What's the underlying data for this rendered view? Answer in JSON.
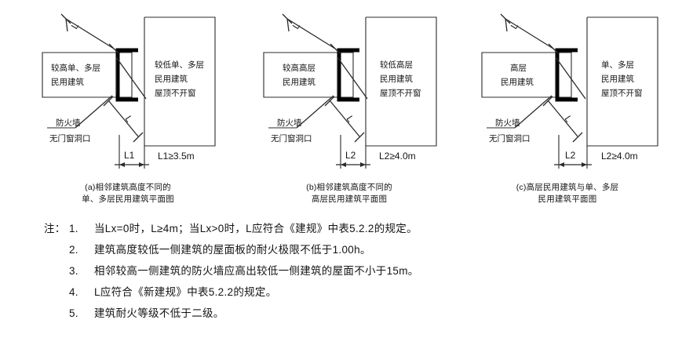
{
  "document": {
    "type": "architectural-fire-separation-diagram",
    "background_color": "#ffffff",
    "line_color": "#2b2b2b",
    "firewall_color": "#000000"
  },
  "panels": [
    {
      "id": "a",
      "left_building": {
        "lines": [
          "较高单、多层",
          "民用建筑"
        ]
      },
      "right_building": {
        "lines": [
          "较低单、多层",
          "民用建筑",
          "屋顶不开窗"
        ]
      },
      "firewall_label": "防火墙",
      "opening_label": "无门窗洞口",
      "leader_label_top": "L",
      "leader_label_bottom": "L",
      "dimension_label": "L1",
      "dimension_note": "L1≥3.5m",
      "caption_line1": "(a)相邻建筑高度不同的",
      "caption_line2": "单、多层民用建筑平面图"
    },
    {
      "id": "b",
      "left_building": {
        "lines": [
          "较高高层",
          "民用建筑"
        ]
      },
      "right_building": {
        "lines": [
          "较低高层",
          "民用建筑",
          "屋顶不开窗"
        ]
      },
      "firewall_label": "防火墙",
      "opening_label": "无门窗洞口",
      "leader_label_top": "L",
      "leader_label_bottom": "L",
      "dimension_label": "L2",
      "dimension_note": "L2≥4.0m",
      "caption_line1": "(b)相邻建筑高度不同的",
      "caption_line2": "高层民用建筑平面图"
    },
    {
      "id": "c",
      "left_building": {
        "lines": [
          "高层",
          "民用建筑"
        ]
      },
      "right_building": {
        "lines": [
          "单、多层",
          "民用建筑",
          "屋顶不开窗"
        ]
      },
      "firewall_label": "防火墙",
      "opening_label": "无门窗洞口",
      "leader_label_top": "L",
      "leader_label_bottom": "L",
      "dimension_label": "L2",
      "dimension_note": "L2≥4.0m",
      "caption_line1": "(c)高层民用建筑与单、多层",
      "caption_line2": "民用建筑平面图"
    }
  ],
  "notes": {
    "heading": "注：",
    "items": [
      {
        "num": "1.",
        "text": "当Lx=0时，L≥4m；当Lx>0时，L应符合《建规》中表5.2.2的规定。"
      },
      {
        "num": "2.",
        "text": "建筑高度较低一侧建筑的屋面板的耐火极限不低于1.00h。"
      },
      {
        "num": "3.",
        "text": "相邻较高一侧建筑的防火墙应高出较低一侧建筑的屋面不小于15m。"
      },
      {
        "num": "4.",
        "text": "L应符合《新建规》中表5.2.2的规定。"
      },
      {
        "num": "5.",
        "text": "建筑耐火等级不低于二级。"
      }
    ]
  }
}
